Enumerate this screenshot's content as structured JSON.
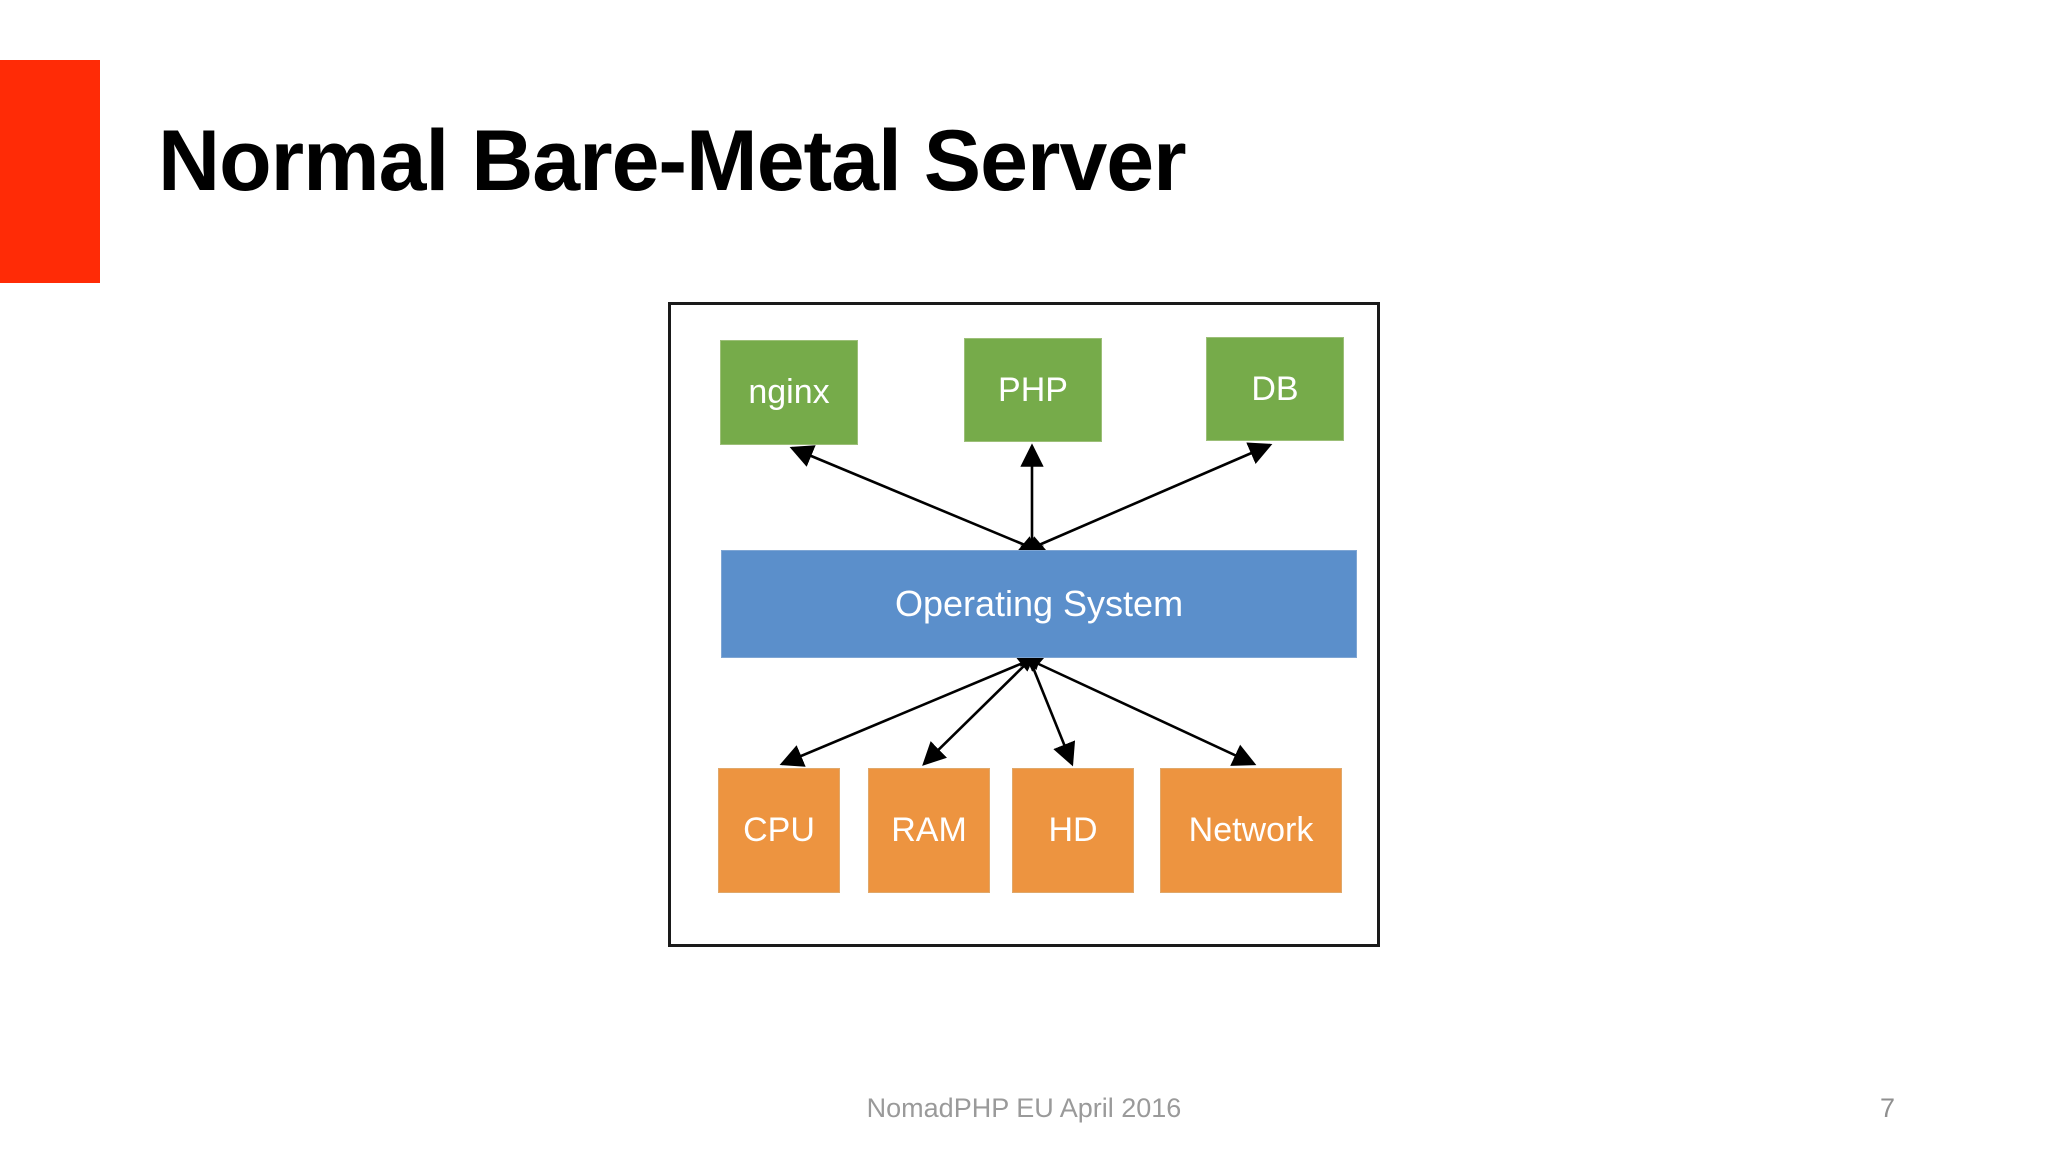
{
  "slide": {
    "title": "Normal Bare-Metal Server",
    "accent_color": "#FF2B06",
    "background": "#ffffff"
  },
  "footer": {
    "note": "NomadPHP EU April 2016",
    "page_number": "7"
  },
  "diagram": {
    "type": "layered-architecture",
    "frame_color": "#1a1a1a",
    "layers": [
      {
        "name": "applications",
        "color": "#76AB4A",
        "nodes": [
          {
            "id": "nginx",
            "label": "nginx"
          },
          {
            "id": "php",
            "label": "PHP"
          },
          {
            "id": "db",
            "label": "DB"
          }
        ]
      },
      {
        "name": "operating-system",
        "color": "#5B8FCB",
        "nodes": [
          {
            "id": "os",
            "label": "Operating System"
          }
        ]
      },
      {
        "name": "hardware",
        "color": "#ED9440",
        "nodes": [
          {
            "id": "cpu",
            "label": "CPU"
          },
          {
            "id": "ram",
            "label": "RAM"
          },
          {
            "id": "hd",
            "label": "HD"
          },
          {
            "id": "network",
            "label": "Network"
          }
        ]
      }
    ],
    "connections": [
      {
        "from": "os",
        "to": "nginx",
        "style": "double-arrow"
      },
      {
        "from": "os",
        "to": "php",
        "style": "double-arrow"
      },
      {
        "from": "os",
        "to": "db",
        "style": "double-arrow"
      },
      {
        "from": "os",
        "to": "cpu",
        "style": "double-arrow"
      },
      {
        "from": "os",
        "to": "ram",
        "style": "double-arrow"
      },
      {
        "from": "os",
        "to": "hd",
        "style": "double-arrow"
      },
      {
        "from": "os",
        "to": "network",
        "style": "double-arrow"
      }
    ]
  }
}
